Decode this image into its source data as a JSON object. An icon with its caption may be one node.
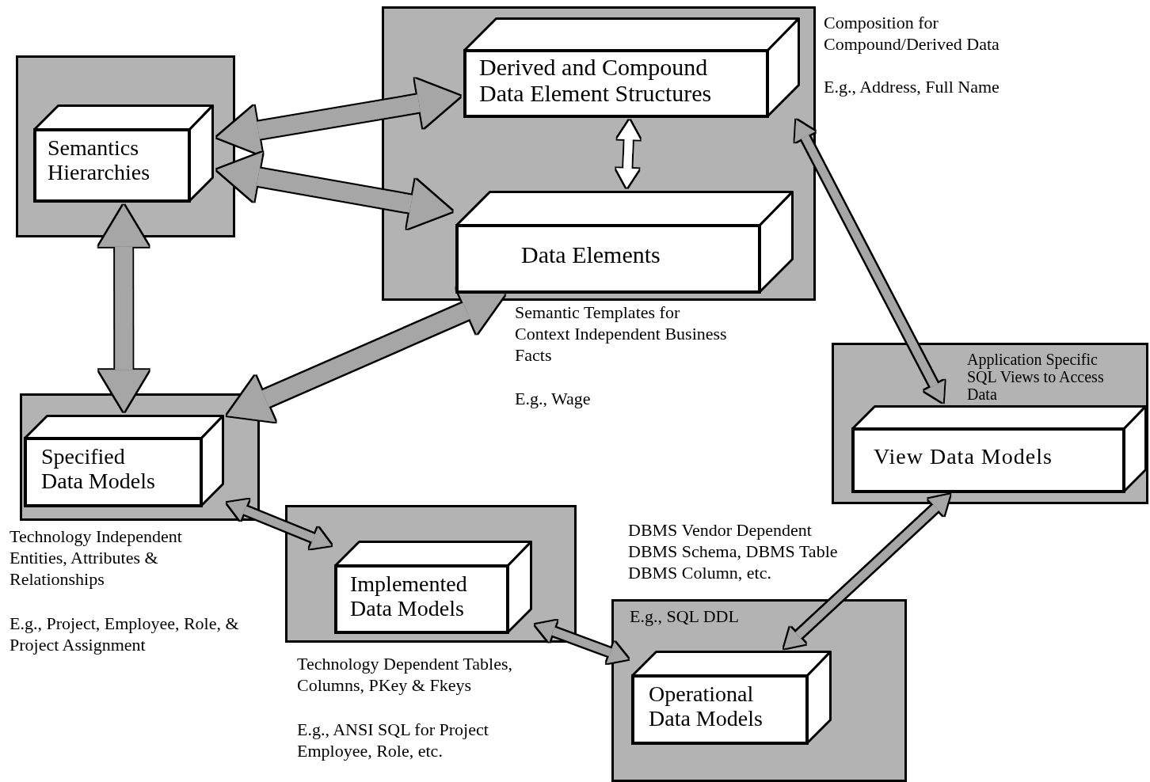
{
  "diagram": {
    "nodes": [
      {
        "text": [],
        "shape": "box"
      },
      {
        "text": [
          "Semantics Hierarchies"
        ],
        "in": 0
      },
      {
        "text": [],
        "shape": "box"
      },
      {
        "text": [
          "Derived and Compound Data Element Structures"
        ],
        "in": 2,
        "beside": [
          "Composition for Compound/Derived Data",
          "E.g., Address, Full Name"
        ]
      },
      {
        "text": [
          "Data Elements"
        ],
        "in": 2,
        "beside": [
          "Semantic Templates for Context Independent Business Facts",
          "E.g., Wage"
        ]
      },
      {
        "text": [
          "Application Specific SQL Views to Access Data"
        ]
      },
      {
        "text": [
          "View Data Models"
        ],
        "in": 5
      },
      {
        "text": [],
        "shape": "box"
      },
      {
        "text": [
          "Specified Data Models"
        ],
        "in": 7,
        "beside": [
          "Technology Independent Entities, Attributes & Relationships",
          "E.g., Project, Employee, Role, & Project Assignment"
        ]
      },
      {
        "text": [],
        "shape": "box"
      },
      {
        "text": [
          "Implemented Data Models"
        ],
        "in": 9,
        "beside": [
          "Technology Dependent Tables, Columns, PKey & Fkeys",
          "E.g., ANSI SQL for Project Employee, Role, etc."
        ]
      },
      {
        "text": [
          "E.g., SQL DDL"
        ],
        "beside": [
          "DBMS Vendor Dependent DBMS Schema, DBMS Table DBMS Column, etc."
        ]
      },
      {
        "text": [
          "Operational Data Models"
        ],
        "in": 11
      }
    ],
    "edges": [
      {
        "from": 1,
        "to": 3,
        "arrow": "both",
        "style": "thick"
      },
      {
        "from": 1,
        "to": 4,
        "arrow": "both",
        "style": "thick"
      },
      {
        "from": 3,
        "to": 4,
        "arrow": "both",
        "color": "#ffffff"
      },
      {
        "from": 1,
        "to": 8,
        "arrow": "both",
        "style": "thick"
      },
      {
        "from": 4,
        "to": 8,
        "arrow": "both",
        "style": "thick"
      },
      {
        "from": 8,
        "to": 10,
        "arrow": "both"
      },
      {
        "from": 10,
        "to": 12,
        "arrow": "both"
      },
      {
        "from": 3,
        "to": 6,
        "arrow": "both"
      },
      {
        "from": 6,
        "to": 12,
        "arrow": "both"
      }
    ]
  }
}
